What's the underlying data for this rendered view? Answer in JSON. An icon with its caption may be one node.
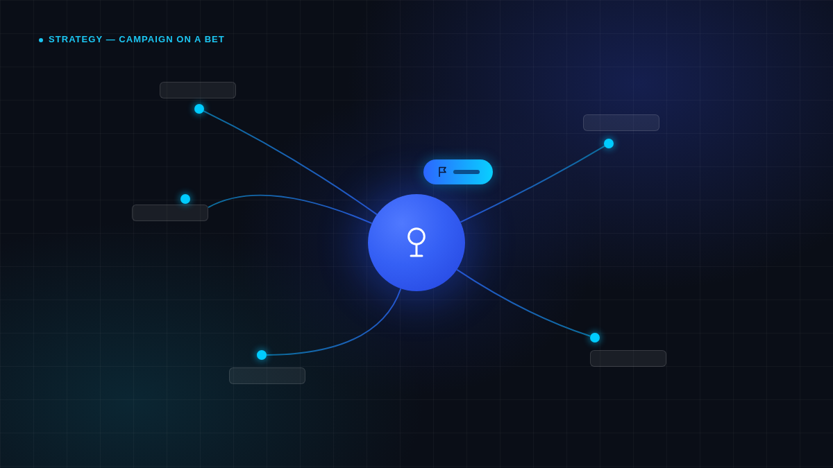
{
  "diagram": {
    "title": "STRATEGY — CAMPAIGN ON A BET",
    "nodes": [
      {
        "text": [],
        "shape": "circle"
      },
      {
        "text": [],
        "shape": "box"
      },
      {
        "text": [],
        "shape": "box"
      },
      {
        "text": [],
        "shape": "circle"
      },
      {
        "text": [],
        "shape": "box"
      },
      {
        "text": [],
        "shape": "circle"
      },
      {
        "text": [],
        "shape": "box"
      },
      {
        "text": [],
        "shape": "circle"
      },
      {
        "text": [],
        "shape": "circle"
      },
      {
        "text": [],
        "shape": "box"
      },
      {
        "text": [],
        "shape": "circle"
      },
      {
        "text": [],
        "shape": "box"
      }
    ],
    "edges": [
      {
        "from": 0,
        "to": 3,
        "arrow": "none"
      },
      {
        "from": 0,
        "to": 4,
        "arrow": "none"
      },
      {
        "from": 0,
        "to": 7,
        "arrow": "none"
      },
      {
        "from": 0,
        "to": 8,
        "arrow": "none"
      },
      {
        "from": 0,
        "to": 10,
        "arrow": "none"
      }
    ]
  }
}
